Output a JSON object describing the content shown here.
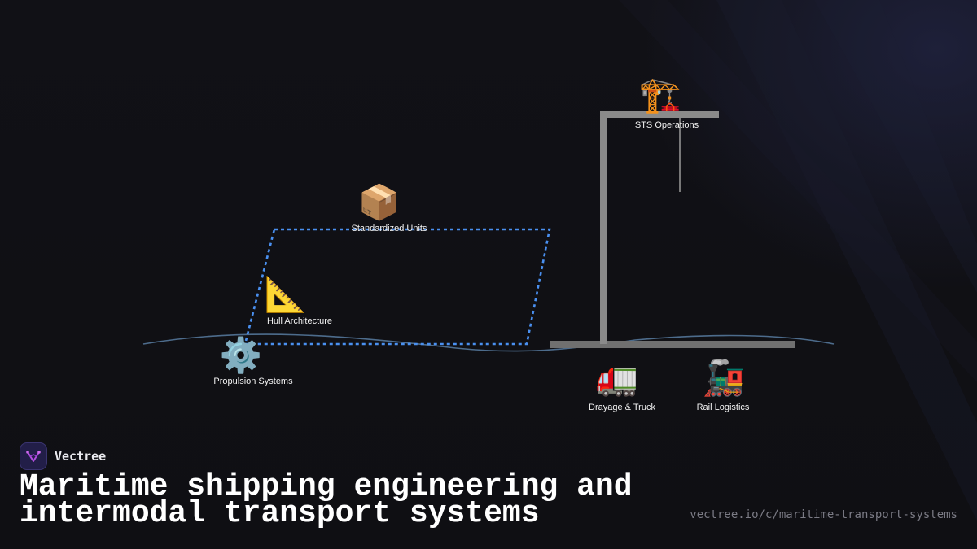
{
  "brand": {
    "name": "Vectree"
  },
  "title": "Maritime shipping engineering and intermodal transport systems",
  "url": "vectree.io/c/maritime-transport-systems",
  "colors": {
    "background": "#0f0f13",
    "hull_outline": "#4a90f0",
    "crane": "#8a8a8a",
    "wave": "#4d6c8c",
    "logo_bg": "#221e48",
    "logo_mark": "#b34ee0"
  },
  "nodes": [
    {
      "id": "standardized-units",
      "icon": "package-icon",
      "emoji": "📦",
      "label": "Standardized Units"
    },
    {
      "id": "sts-operations",
      "icon": "crane-icon",
      "emoji": "🏗️",
      "label": "STS Operations"
    },
    {
      "id": "hull-architecture",
      "icon": "triangular-ruler-icon",
      "emoji": "📐",
      "label": "Hull Architecture"
    },
    {
      "id": "propulsion-systems",
      "icon": "gear-icon",
      "emoji": "⚙️",
      "label": "Propulsion Systems"
    },
    {
      "id": "drayage-truck",
      "icon": "truck-icon",
      "emoji": "🚛",
      "label": "Drayage & Truck"
    },
    {
      "id": "rail-logistics",
      "icon": "locomotive-icon",
      "emoji": "🚂",
      "label": "Rail Logistics"
    }
  ]
}
